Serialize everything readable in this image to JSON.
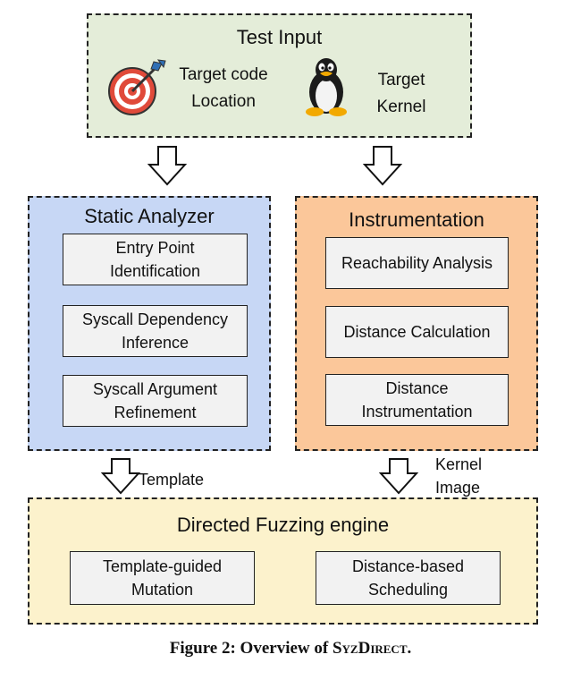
{
  "test_input": {
    "title": "Test Input",
    "target_location": "Target code\nLocation",
    "target_kernel": "Target\nKernel",
    "target_icon": "target-icon",
    "kernel_icon": "linux-penguin-icon"
  },
  "static_analyzer": {
    "title": "Static Analyzer",
    "items": [
      "Entry Point\nIdentification",
      "Syscall Dependency\nInference",
      "Syscall Argument\nRefinement"
    ]
  },
  "instrumentation": {
    "title": "Instrumentation",
    "items": [
      "Reachability Analysis",
      "Distance Calculation",
      "Distance\nInstrumentation"
    ]
  },
  "connectors": {
    "template_label": "Template",
    "kernel_image_label": "Kernel\nImage"
  },
  "fuzzing_engine": {
    "title": "Directed Fuzzing engine",
    "items": [
      "Template-guided\nMutation",
      "Distance-based\nScheduling"
    ]
  },
  "caption": {
    "prefix": "Figure 2: Overview of ",
    "name": "SyzDirect",
    "suffix": "."
  },
  "colors": {
    "test_input_bg": "#e4edd9",
    "static_analyzer_bg": "#c7d7f5",
    "instrumentation_bg": "#fbc79a",
    "fuzzing_engine_bg": "#fcf2cc",
    "sub_box_bg": "#f2f2f2",
    "target_red": "#e04a3a"
  }
}
